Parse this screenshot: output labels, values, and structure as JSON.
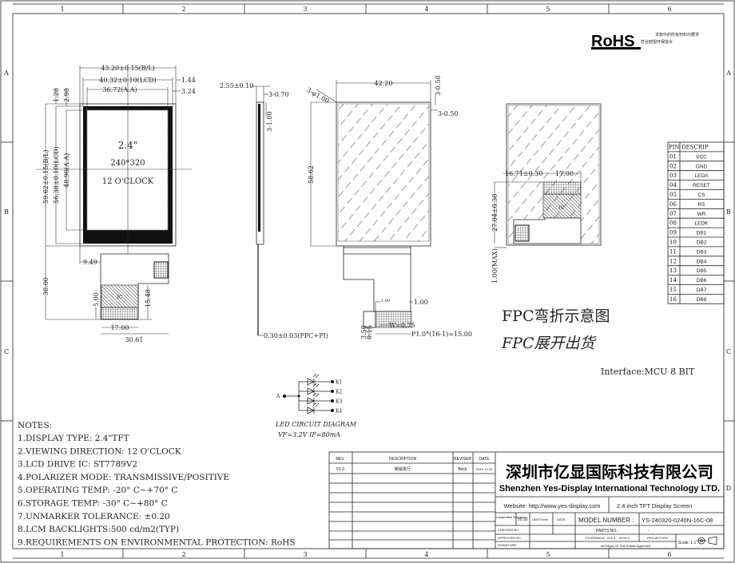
{
  "frame": {
    "columns": [
      "1",
      "2",
      "3",
      "4",
      "5",
      "6"
    ],
    "rows_left": [
      "A",
      "B",
      "C"
    ],
    "rows_right": [
      "A",
      "B",
      "C",
      "D"
    ]
  },
  "rohs": {
    "logo": "RoHS",
    "line1": "本款中的所有材料均要求",
    "line2": "符合欧盟环保指令"
  },
  "front_view": {
    "size": "2.4\"",
    "resolution": "240*320",
    "direction": "12 O'CLOCK",
    "dims": {
      "bl_width": "43.20±0.15(B/L)",
      "lcd_width": "40.32±0.10(LCD)",
      "aa_width": "36.72(A.A)",
      "right1": "1.44",
      "right2": "3.24",
      "top1": "1.28",
      "top2": "2.98",
      "bl_height": "59.62±0.15(B/L)",
      "lcd_height": "56.38±0.10(LCD)",
      "aa_height": "48.96(A.A)",
      "fpc_offset": "9.49",
      "fpc_length": "30.00",
      "stiff_h": "5.00",
      "fpc_h": "15.48",
      "stiff_w": "17.00",
      "fpc_w": "30.61",
      "ic_label": "IC"
    }
  },
  "side_view": {
    "thickness": "2.55±0.10",
    "d1": "3-0.70",
    "d2": "3-1.00",
    "fpc_thk": "0.30±0.03(FPC+PI)"
  },
  "back_view": {
    "hole": "3-φ1.00",
    "width": "42.20",
    "height": "58.62",
    "d1": "3-0.50",
    "d2": "3-0.50",
    "pin_w1": "1.00",
    "pin_w2": "1.00",
    "pad_w": "W=0.75",
    "pitch": "P1.0*(16-1)=15.00",
    "h1": "3.50",
    "h2": "0.15"
  },
  "bent_view": {
    "d1": "16.71±0.30",
    "d2": "17.00",
    "d3": "27.04±0.30",
    "d4": "1.00(MAX)",
    "ic_label": "IC"
  },
  "fpc_bend": "FPC弯折示意图",
  "fpc_flat": "FPC展开出货",
  "interface": "Interface:MCU 8 BIT",
  "pin_table": {
    "headers": [
      "PIN",
      "DESCRIP"
    ],
    "rows": [
      [
        "01",
        "VCC"
      ],
      [
        "02",
        "GND"
      ],
      [
        "03",
        "LEDA"
      ],
      [
        "04",
        "RESET"
      ],
      [
        "05",
        "CS"
      ],
      [
        "06",
        "RS"
      ],
      [
        "07",
        "WR"
      ],
      [
        "08",
        "LEDK"
      ],
      [
        "09",
        "DB1"
      ],
      [
        "10",
        "DB2"
      ],
      [
        "11",
        "DB3"
      ],
      [
        "12",
        "DB4"
      ],
      [
        "13",
        "DB5"
      ],
      [
        "14",
        "DB6"
      ],
      [
        "15",
        "DB7"
      ],
      [
        "16",
        "DB8"
      ]
    ]
  },
  "led": {
    "anode": "A",
    "cathodes": [
      "K1",
      "K2",
      "K3",
      "K4"
    ],
    "title": "LED CIRCUIT DIAGRAM",
    "spec": "VF=3.2V IF=80mA"
  },
  "notes": {
    "title": "NOTES:",
    "items": [
      "1.DISPLAY TYPE:  2.4\"TFT",
      "2.VIEWING DIRECTION: 12 O'CLOCK",
      "3.LCD DRIVE IC: ST7789V2",
      "4.POLARIZER MODE: TRANSMISSIVE/POSITIVE",
      "5.OPERATING TEMP: -20° C~+70° C",
      "6.STORAGE TEMP: -30° C~+80° C",
      "7.UNMARKER TOLERANCE: ±0.20",
      "8.LCM BACKLIGHTS:500 cd/m2(TYP)",
      "9.REQUIREMENTS ON ENVIRONMENTAL PROTECTION: RoHS"
    ]
  },
  "title_block": {
    "rev_headers": [
      "REV.",
      "DESCRIPTION",
      "REVISER",
      "DATE"
    ],
    "rev_row": [
      "V1.0",
      "新版发行",
      "Beck",
      "2019.11.19"
    ],
    "company_cn": "深圳市亿显国际科技有限公司",
    "company_en": "Shenzhen Yes-Display International Technology LTD.",
    "website": "Website: http://www.yes-display.com",
    "product": "2.4 inch TFT Display Screen",
    "unspecified_tol": "Unspecified Tolerance",
    "tol_value": "±0.30",
    "units": "UNITS:mm",
    "date": "DATE:",
    "model_label": "MODEL NUMBER :",
    "model_value": "YS-240320-0240N-16C-08",
    "checked_by": "CHECKED BY:",
    "parts_no": "PARTS NO.:",
    "parts_value": "-",
    "approved_by": "APPROVED BY:",
    "tolerance": "TOLERANCE: .X±0.3 , .XX±0.2",
    "projection": "PROJECTION",
    "signature": "SIGNATURE:",
    "approved_note": "All Pages Of This Edition Approved",
    "scale": "Scale: 1:1"
  }
}
